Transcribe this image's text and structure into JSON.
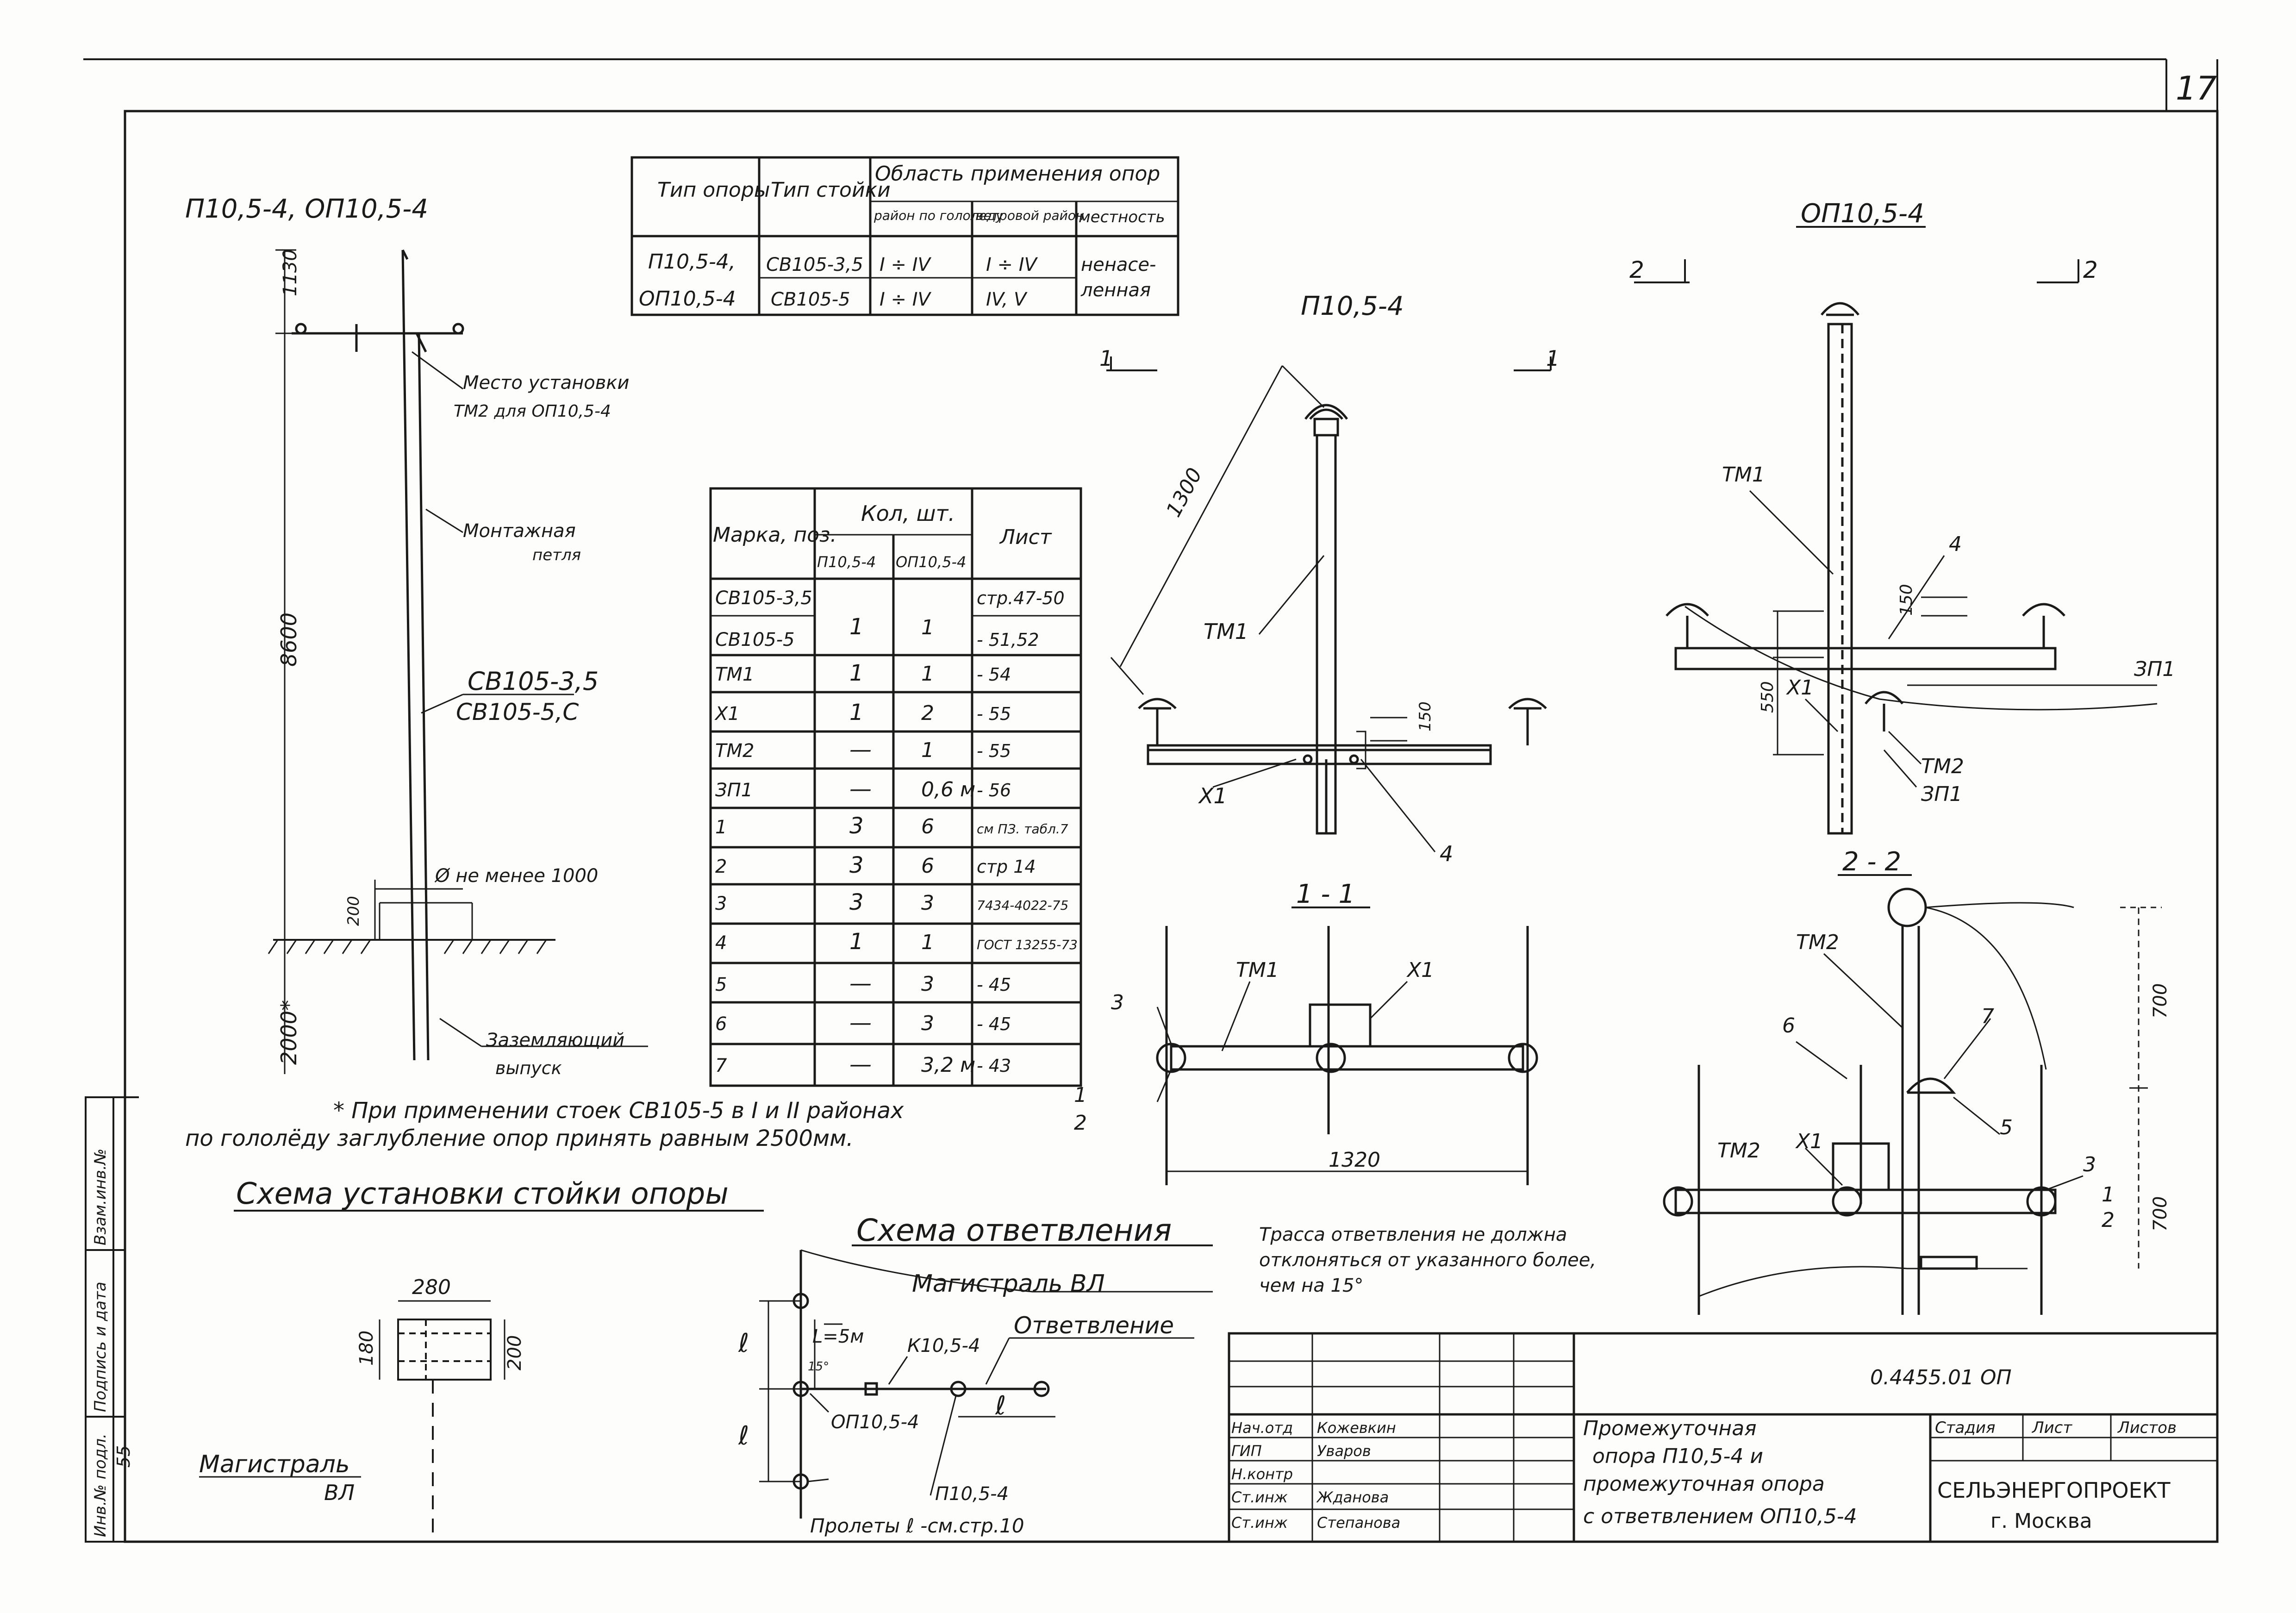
{
  "page_number": "17",
  "pole_elevation": {
    "title": "П10,5-4, ОП10,5-4",
    "dim_top": "1130",
    "dim_height": "8600",
    "dim_depth": "2000*",
    "dim_small": "200",
    "dim_pit": "Ø не менее 1000",
    "label_mount": [
      "Место установки",
      "ТМ2 для ОП10,5-4"
    ],
    "label_loop": [
      "Монтажная",
      "петля"
    ],
    "label_rack": [
      "СВ105-3,5",
      "СВ105-5,С"
    ],
    "label_ground": [
      "Заземляющий",
      "выпуск"
    ]
  },
  "footnote": [
    "* При применении стоек СВ105-5 в I и II районах",
    "по гололёду заглубление опор принять равным 2500мм."
  ],
  "install_scheme": {
    "title": "Схема установки стойки опоры",
    "dim_w": "280",
    "dim_h1": "180",
    "dim_h2": "200",
    "label": [
      "Магистраль",
      "ВЛ"
    ]
  },
  "application_table": {
    "headers": [
      "Тип опоры",
      "Тип стойки",
      "Область применения опор",
      "район по гололеду",
      "ветровой район",
      "местность"
    ],
    "rows": [
      {
        "opora": "П10,5-4,",
        "stoika": "СВ105-3,5",
        "ice": "I ÷ IV",
        "wind": "I ÷ IV",
        "area": "ненасе-"
      },
      {
        "opora": "ОП10,5-4",
        "stoika": "СВ105-5",
        "ice": "I ÷ IV",
        "wind": "IV, V",
        "area": "ленная"
      }
    ]
  },
  "spec_table": {
    "headers": [
      "Марка, поз.",
      "Кол, шт.",
      "П10,5-4",
      "ОП10,5-4",
      "Лист"
    ],
    "rows": [
      {
        "mark": "СВ105-3,5",
        "p": "1",
        "op": "1",
        "sheet": "стр.47-50"
      },
      {
        "mark": "СВ105-5",
        "p": "",
        "op": "",
        "sheet": "- 51,52"
      },
      {
        "mark": "ТМ1",
        "p": "1",
        "op": "1",
        "sheet": "- 54"
      },
      {
        "mark": "Х1",
        "p": "1",
        "op": "2",
        "sheet": "- 55"
      },
      {
        "mark": "ТМ2",
        "p": "—",
        "op": "1",
        "sheet": "- 55"
      },
      {
        "mark": "ЗП1",
        "p": "—",
        "op": "0,6 м",
        "sheet": "- 56"
      },
      {
        "mark": "1",
        "p": "3",
        "op": "6",
        "sheet": "см ПЗ. табл.7"
      },
      {
        "mark": "2",
        "p": "3",
        "op": "6",
        "sheet": "стр 14"
      },
      {
        "mark": "3",
        "p": "3",
        "op": "3",
        "sheet": "7434-4022-75"
      },
      {
        "mark": "4",
        "p": "1",
        "op": "1",
        "sheet": "ГОСТ 13255-73"
      },
      {
        "mark": "5",
        "p": "—",
        "op": "3",
        "sheet": "- 45"
      },
      {
        "mark": "6",
        "p": "—",
        "op": "3",
        "sheet": "- 45"
      },
      {
        "mark": "7",
        "p": "—",
        "op": "3,2 м",
        "sheet": "- 43"
      }
    ]
  },
  "view_p": {
    "title": "П10,5-4",
    "section_mark": "1",
    "dim_diag": "1300",
    "dim_small": "150",
    "labels": {
      "tm1": "ТМ1",
      "x1": "Х1",
      "n4": "4"
    }
  },
  "view_1_1": {
    "title": "1 - 1",
    "dim": "1320",
    "labels": {
      "tm1": "ТМ1",
      "x1": "Х1",
      "n3": "3",
      "n1": "1",
      "n2": "2"
    }
  },
  "view_op": {
    "title": "ОП10,5-4",
    "section_mark": "2",
    "dim_a": "150",
    "dim_b": "550",
    "labels": {
      "tm1": "ТМ1",
      "n4": "4",
      "zp1": "ЗП1",
      "x1": "Х1",
      "tm2": "ТМ2",
      "zp1b": "ЗП1"
    }
  },
  "view_2_2": {
    "title": "2 - 2",
    "dim_a": "700",
    "dim_b": "700",
    "labels": {
      "tm2a": "ТМ2",
      "n6": "6",
      "n7": "7",
      "n5": "5",
      "x1": "Х1",
      "tm2b": "ТМ2",
      "n3": "3",
      "n1": "1",
      "n2": "2"
    }
  },
  "branch_scheme": {
    "title": "Схема ответвления",
    "main_line": "Магистраль ВЛ",
    "branch": "Ответвление",
    "l": "ℓ",
    "l_short": "L=5м",
    "angle": "15°",
    "k": "К10,5-4",
    "op": "ОП10,5-4",
    "p": "П10,5-4",
    "spans": "Пролеты ℓ -см.стр.10"
  },
  "branch_note": [
    "Трасса ответвления не должна",
    "отклоняться от указанного более,",
    "чем на 15°"
  ],
  "title_block": {
    "code": "0.4455.01 ОП",
    "roles": [
      "Нач.отд",
      "ГИП",
      "Н.контр",
      "Ст.инж",
      "Ст.инж"
    ],
    "names": [
      "Кожевкин",
      "Уваров",
      "",
      "Жданова",
      "Степанова"
    ],
    "description": [
      "Промежуточная",
      "опора П10,5-4 и",
      "промежуточная опора",
      "с ответвлением ОП10,5-4"
    ],
    "stage_headers": [
      "Стадия",
      "Лист",
      "Листов"
    ],
    "org": "СЕЛЬЭНЕРГОПРОЕКТ",
    "city": "г. Москва"
  },
  "left_strip": {
    "labels": [
      "Инв.№ подл.",
      "Подпись и дата",
      "Взам.инв.№"
    ],
    "inv_no": "55"
  }
}
